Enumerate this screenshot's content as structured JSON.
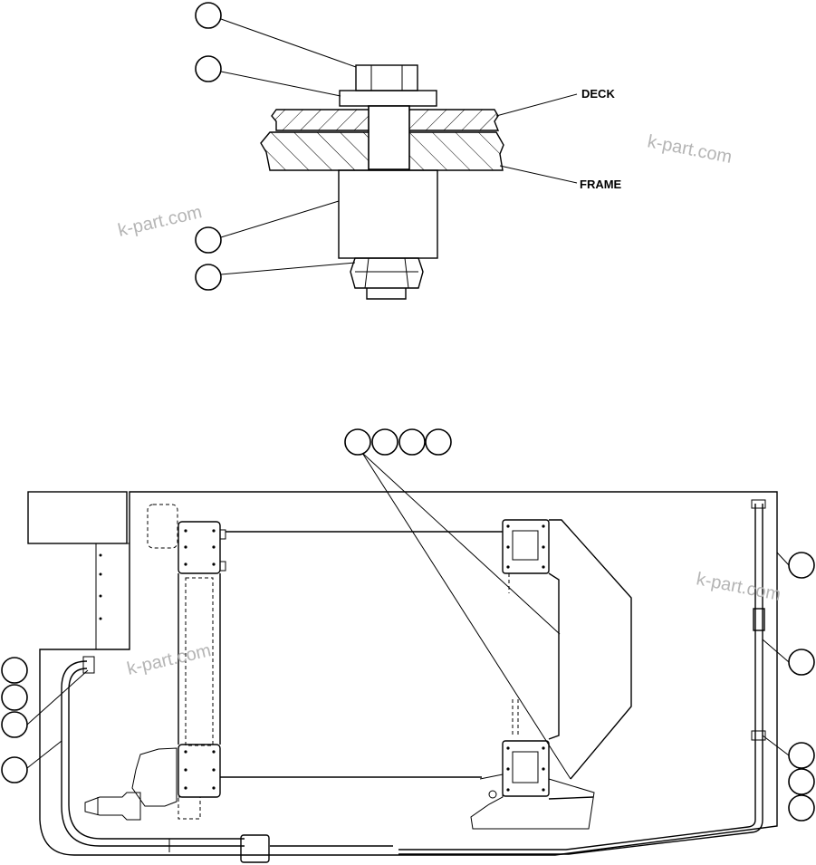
{
  "labels": {
    "deck": "DECK",
    "frame": "FRAME"
  },
  "watermark": "k-part.com",
  "colors": {
    "line": "#000000",
    "background": "#ffffff",
    "watermark": "#b5b5b5"
  }
}
